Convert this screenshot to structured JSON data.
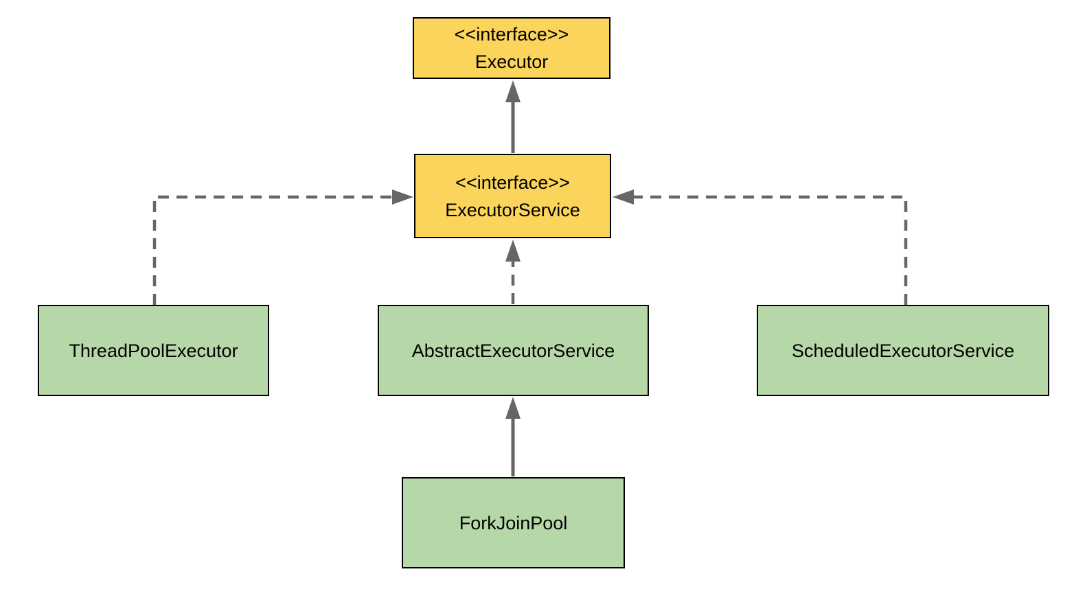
{
  "colors": {
    "background": "#ffffff",
    "interface_fill": "#fbd45b",
    "class_fill": "#b6d7a8",
    "box_border": "#000000",
    "arrow": "#666666",
    "text": "#000000"
  },
  "nodes": {
    "executor": {
      "stereotype": "<<interface>>",
      "name": "Executor"
    },
    "executor_service": {
      "stereotype": "<<interface>>",
      "name": "ExecutorService"
    },
    "thread_pool_executor": {
      "name": "ThreadPoolExecutor"
    },
    "abstract_executor_service": {
      "name": "AbstractExecutorService"
    },
    "scheduled_executor_service": {
      "name": "ScheduledExecutorService"
    },
    "fork_join_pool": {
      "name": "ForkJoinPool"
    }
  },
  "edges": [
    {
      "from": "ExecutorService",
      "to": "Executor",
      "style": "solid",
      "arrowhead": "filled-triangle"
    },
    {
      "from": "ThreadPoolExecutor",
      "to": "ExecutorService",
      "style": "dashed",
      "arrowhead": "filled-triangle"
    },
    {
      "from": "AbstractExecutorService",
      "to": "ExecutorService",
      "style": "dashed",
      "arrowhead": "filled-triangle"
    },
    {
      "from": "ScheduledExecutorService",
      "to": "ExecutorService",
      "style": "dashed",
      "arrowhead": "filled-triangle"
    },
    {
      "from": "ForkJoinPool",
      "to": "AbstractExecutorService",
      "style": "solid",
      "arrowhead": "filled-triangle"
    }
  ]
}
